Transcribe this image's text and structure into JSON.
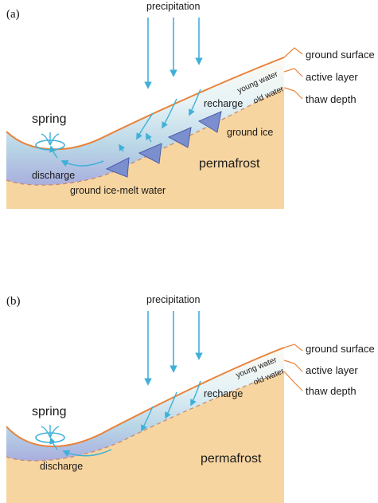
{
  "panels": [
    {
      "panel_label": "(a)",
      "precipitation": "precipitation",
      "spring": "spring",
      "discharge": "discharge",
      "recharge": "recharge",
      "young_water": "young water",
      "old_water": "old water",
      "ground_ice": "ground ice",
      "permafrost": "permafrost",
      "ground_ice_melt_water": "ground ice-melt water",
      "legend": [
        "ground surface",
        "active layer",
        "thaw depth"
      ]
    },
    {
      "panel_label": "(b)",
      "precipitation": "precipitation",
      "spring": "spring",
      "discharge": "discharge",
      "recharge": "recharge",
      "young_water": "young water",
      "old_water": "old water",
      "permafrost": "permafrost",
      "legend": [
        "ground surface",
        "active layer",
        "thaw depth"
      ]
    }
  ],
  "colors": {
    "permafrost": "#f7d5a0",
    "ground_surface": "#e8823a",
    "water_arrow": "#3fb0d8",
    "ground_ice": "#7b8fcf",
    "thaw_depth_dash": "#c88a6a"
  }
}
